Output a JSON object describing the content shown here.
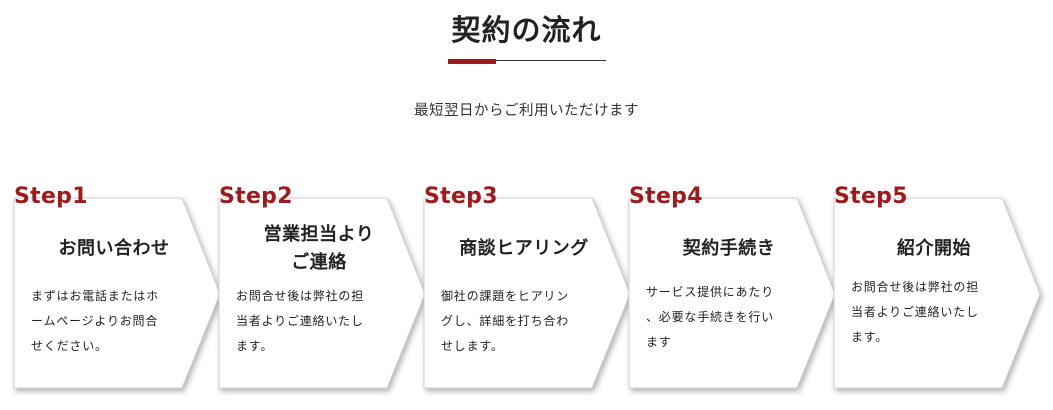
{
  "section": {
    "title": "契約の流れ",
    "subtitle": "最短翌日からご利用いただけます"
  },
  "colors": {
    "accent": "#9b1b1e",
    "card": "#ffffff",
    "text": "#222222"
  },
  "steps": [
    {
      "label": "Step1",
      "heading": "お問い合わせ",
      "description": "まずはお電話またはホ\nームページよりお問合\nせください。"
    },
    {
      "label": "Step2",
      "heading": "営業担当より\nご連絡",
      "description": "お問合せ後は弊社の担\n当者よりご連絡いたし\nます。"
    },
    {
      "label": "Step3",
      "heading": "商談ヒアリング",
      "description": "御社の課題をヒアリン\nグし、詳細を打ち合わ\nせします。"
    },
    {
      "label": "Step4",
      "heading": "契約手続き",
      "description": "サービス提供にあたり\n、必要な手続きを行い\nます"
    },
    {
      "label": "Step5",
      "heading": "紹介開始",
      "description": "お問合せ後は弊社の担\n当者よりご連絡いたし\nます。"
    }
  ]
}
